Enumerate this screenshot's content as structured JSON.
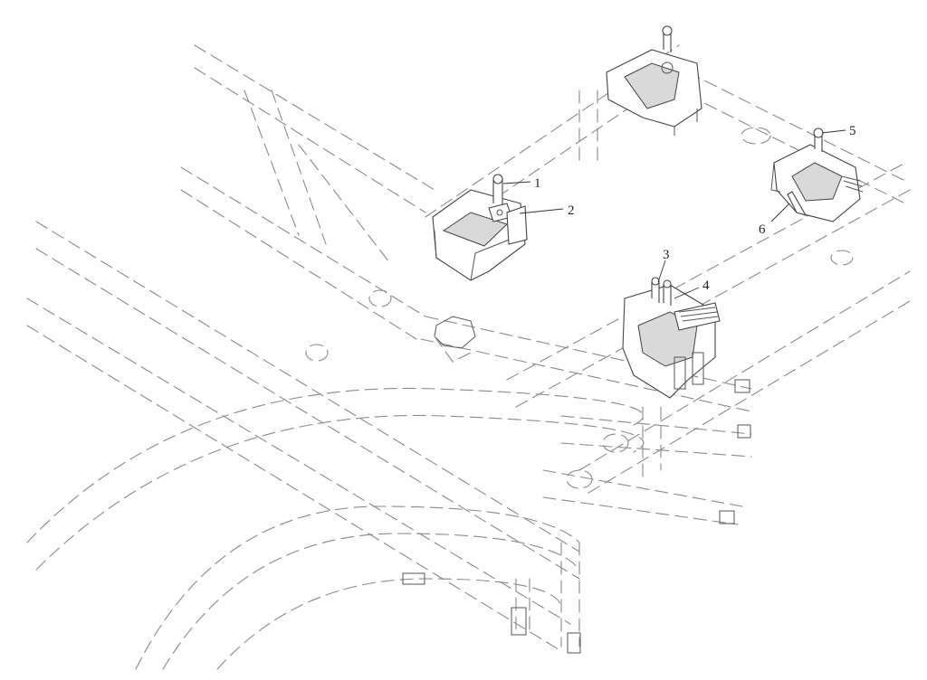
{
  "callouts": [
    {
      "id": "1",
      "text": "1"
    },
    {
      "id": "2",
      "text": "2"
    },
    {
      "id": "3",
      "text": "3"
    },
    {
      "id": "4",
      "text": "4"
    },
    {
      "id": "5",
      "text": "5"
    },
    {
      "id": "6",
      "text": "6"
    }
  ],
  "colors": {
    "frame_line": "#8a8a8a",
    "part_outline": "#444444",
    "background": "#ffffff"
  }
}
